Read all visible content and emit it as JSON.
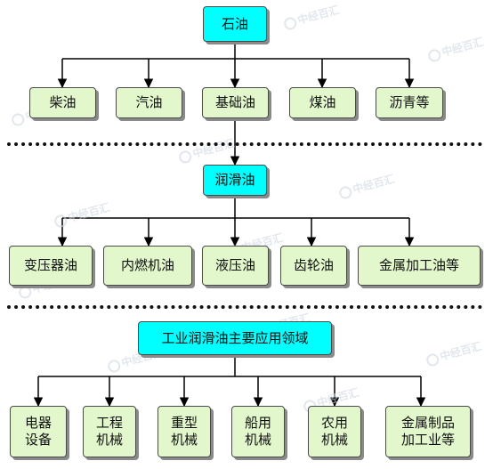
{
  "level1": {
    "root": "石油",
    "children": [
      "柴油",
      "汽油",
      "基础油",
      "煤油",
      "沥青等"
    ]
  },
  "level2": {
    "root": "润滑油",
    "children": [
      "变压器油",
      "内燃机油",
      "液压油",
      "齿轮油",
      "金属加工油等"
    ]
  },
  "level3": {
    "root": "工业润滑油主要应用领域",
    "children": [
      "电器\n设备",
      "工程\n机械",
      "重型\n机械",
      "船用\n机械",
      "农用\n机械",
      "金属制品\n加工业等"
    ]
  },
  "watermark": "中经百汇",
  "colors": {
    "root_fill": "#00ffff",
    "child_fill": "#e2f7cc",
    "divider": "#111111"
  }
}
